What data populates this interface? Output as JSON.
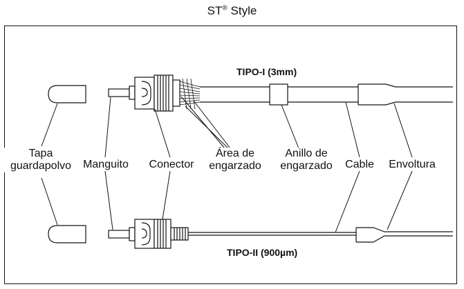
{
  "title": {
    "text": "ST",
    "registered": "®",
    "suffix": " Style"
  },
  "types": {
    "type1": "TIPO-I (3mm)",
    "type2_prefix": "TIPO-II (900",
    "type2_unit": "µ",
    "type2_suffix": "m)"
  },
  "labels": {
    "dust_cap_l1": "Tapa",
    "dust_cap_l2": "guardapolvo",
    "ferrule": "Manguito",
    "connector": "Conector",
    "crimp_area_l1": "Área de",
    "crimp_area_l2": "engarzado",
    "crimp_ring_l1": "Anillo de",
    "crimp_ring_l2": "engarzado",
    "cable": "Cable",
    "boot": "Envoltura"
  }
}
